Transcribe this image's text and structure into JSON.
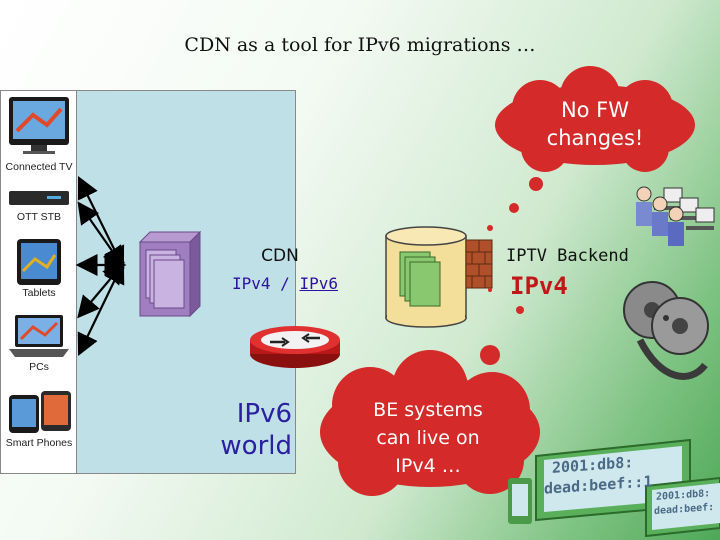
{
  "title": "CDN as a tool for IPv6 migrations …",
  "devices": [
    {
      "label": "Connected TV"
    },
    {
      "label": "OTT STB"
    },
    {
      "label": "Tablets"
    },
    {
      "label": "PCs"
    },
    {
      "label": "Smart Phones"
    }
  ],
  "cdn": {
    "title": "CDN",
    "proto_v4": "IPv4",
    "separator": "/",
    "proto_v6": "IPv6"
  },
  "ipv6_world": {
    "line1": "IPv6",
    "line2": "world"
  },
  "iptv_backend": {
    "title": "IPTV Backend",
    "proto": "IPv4"
  },
  "callouts": {
    "no_fw": {
      "line1": "No FW",
      "line2": "changes!"
    },
    "be_systems": {
      "line1": "BE systems",
      "line2": "can live on",
      "line3": "IPv4 …"
    }
  },
  "address_screens": {
    "line1": "2001:db8:",
    "line2": "dead:beef::1",
    "small1": "2001:db8:",
    "small2": "dead:beef:"
  },
  "colors": {
    "cloud": "#d42a2a",
    "cdn_proto": "#3010a0",
    "iptv_proto": "#c01818",
    "panel": "#bee0e6"
  }
}
